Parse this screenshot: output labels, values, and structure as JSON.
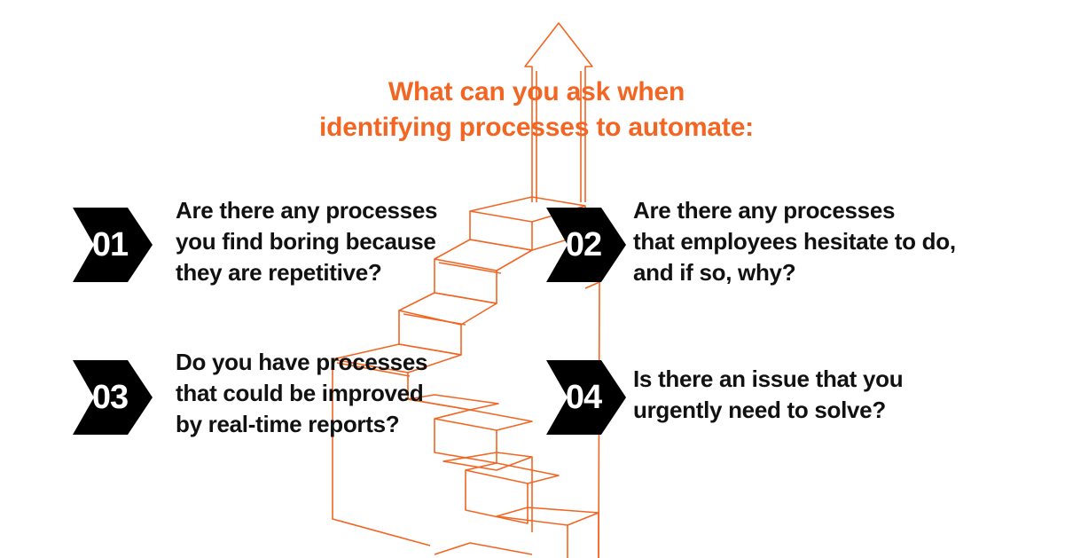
{
  "colors": {
    "accent": "#f26522",
    "text": "#111111",
    "badge": "#000000",
    "badge_text": "#ffffff",
    "background": "#ffffff"
  },
  "title": {
    "line1": "What can you ask when",
    "line2": "identifying processes to automate:"
  },
  "items": [
    {
      "number": "01",
      "lines": [
        "Are there any processes",
        "you find boring because",
        "they are repetitive?"
      ]
    },
    {
      "number": "02",
      "lines": [
        "Are there any processes",
        "that employees hesitate to do,",
        "and if so, why?"
      ]
    },
    {
      "number": "03",
      "lines": [
        "Do you have processes",
        "that could be improved",
        "by real-time reports?"
      ]
    },
    {
      "number": "04",
      "lines": [
        "Is there an issue that you",
        "urgently need to solve?"
      ]
    }
  ]
}
